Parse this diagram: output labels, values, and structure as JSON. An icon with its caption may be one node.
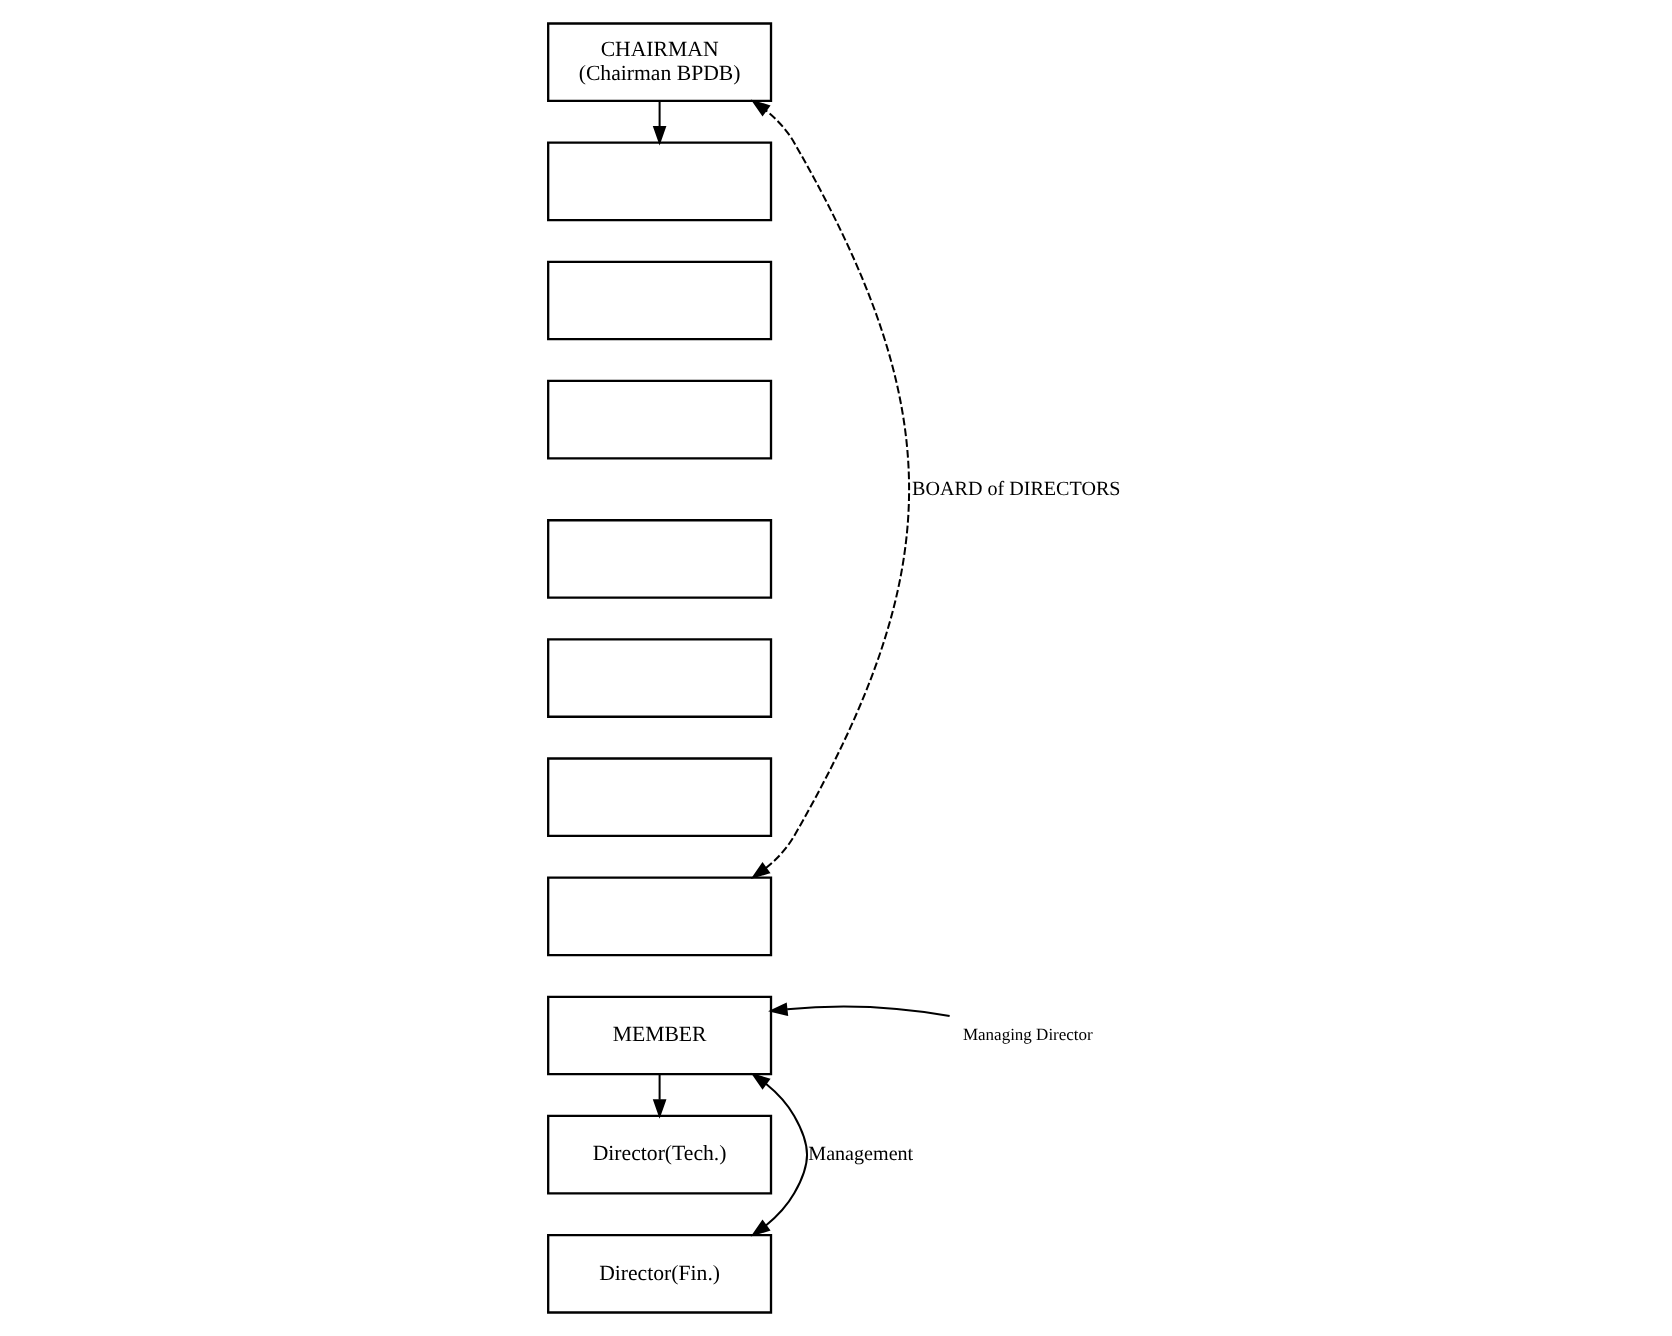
{
  "diagram": {
    "nodes": [
      {
        "text": [
          "CHAIRMAN",
          "(Chairman BPDB)"
        ]
      },
      {
        "text": [],
        "shape": "box"
      },
      {
        "text": [],
        "shape": "box"
      },
      {
        "text": [],
        "shape": "box"
      },
      {
        "text": [],
        "shape": "box"
      },
      {
        "text": [],
        "shape": "box"
      },
      {
        "text": [],
        "shape": "box"
      },
      {
        "text": [],
        "shape": "box"
      },
      {
        "text": [
          "MEMBER"
        ]
      },
      {
        "text": [
          "Managing Director"
        ]
      },
      {
        "text": [
          "Director(Tech.)"
        ]
      },
      {
        "text": [
          "Director(Fin.)"
        ]
      }
    ],
    "edges": [
      {
        "from": 0,
        "to": 1,
        "arrow": "to"
      },
      {
        "from": 7,
        "to": 0,
        "arrow": "both",
        "style": "dashed",
        "label": "BOARD of DIRECTORS"
      },
      {
        "from": 9,
        "to": 8,
        "arrow": "to"
      },
      {
        "from": 8,
        "to": 10,
        "arrow": "to"
      },
      {
        "from": 11,
        "to": 8,
        "arrow": "both",
        "label": "Management"
      }
    ]
  }
}
